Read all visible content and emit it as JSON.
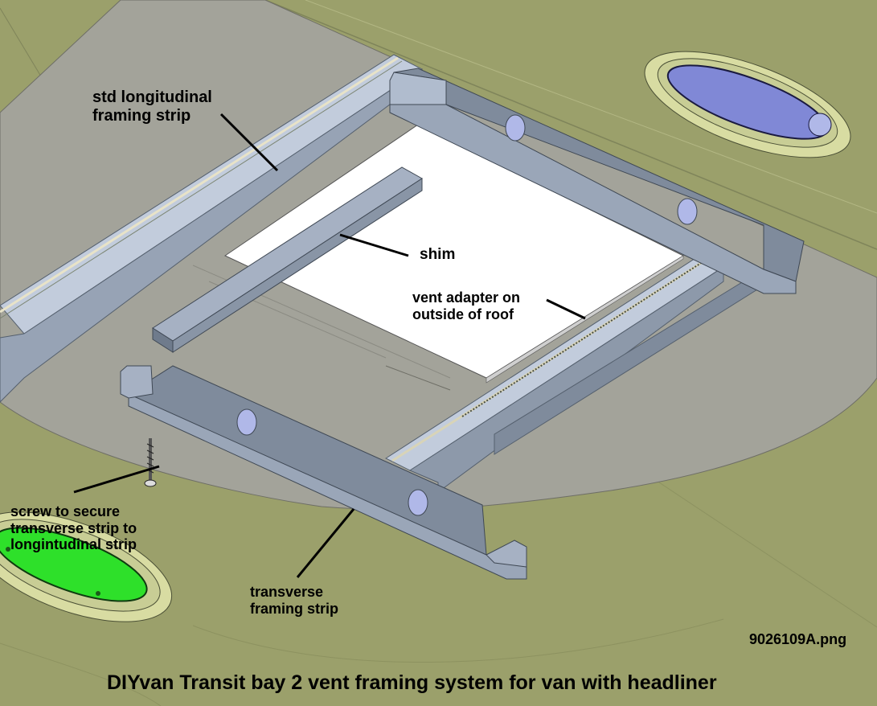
{
  "title": "DIYvan Transit bay 2 vent framing system for van with headliner",
  "filename": "9026109A.png",
  "labels": {
    "longitudinal": "std longitudinal\nframing strip",
    "shim": "shim",
    "vent_adapter": "vent adapter on\noutside of roof",
    "screw": "screw to secure\ntransverse strip to\nlongintudinal strip",
    "transverse": "transverse\nframing strip"
  },
  "colors": {
    "roof": "#9ba06b",
    "headliner": "#a3a39a",
    "strip_top": "#b8c2d4",
    "strip_side": "#7f8b9c",
    "vent_plate": "#ffffff",
    "vent_blue": "#8088d6",
    "vent_green": "#2ee02a",
    "rim": "#d8dca2"
  }
}
